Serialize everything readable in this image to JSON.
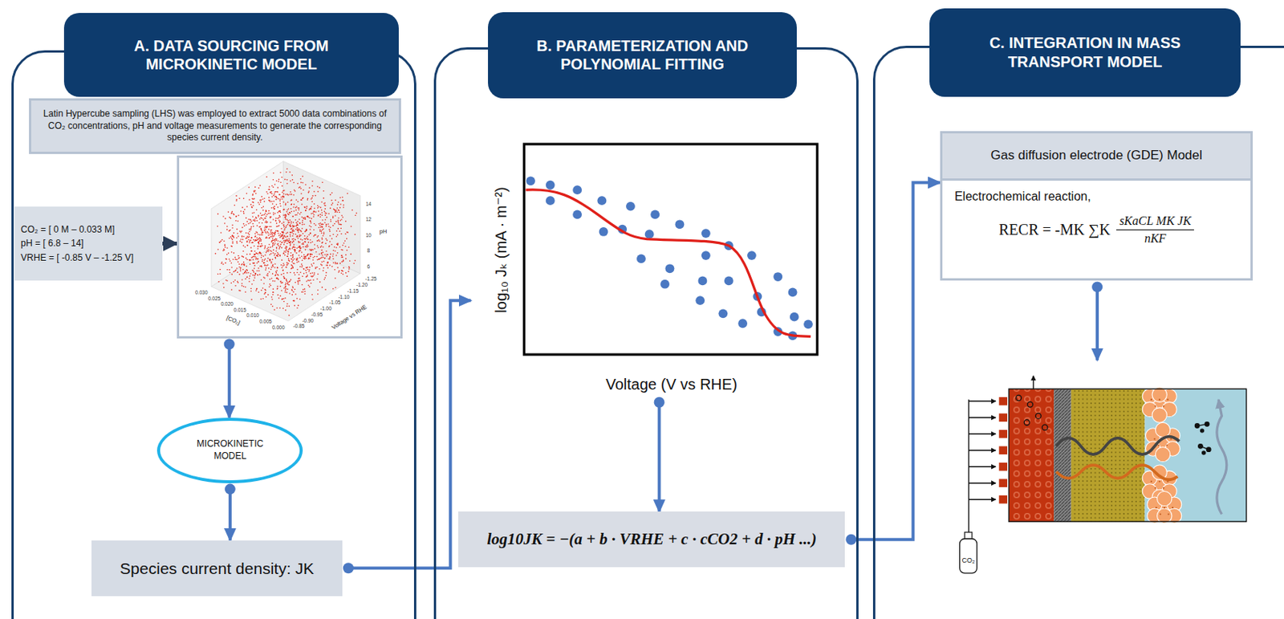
{
  "diagram": {
    "nodes": [
      {
        "text": [
          "A. DATA SOURCING FROM MICROKINETIC MODEL"
        ]
      },
      {
        "text": [
          "Latin Hypercube sampling (LHS) was employed to extract 5000 data combinations of CO₂ concentrations, pH and voltage measurements to generate the corresponding species current density."
        ],
        "in": 0
      },
      {
        "text": [
          "CO₂ = [ 0 M – 0.033 M]",
          "pH = [ 6.8 – 14]",
          "VRHE = [ -0.85 V – -1.25 V]"
        ],
        "in": 0
      },
      {
        "text": [
          "[CO₂]",
          "pH",
          "Voltage vs RHE"
        ],
        "in": 0
      },
      {
        "text": [
          "MICROKINETIC MODEL"
        ],
        "in": 0
      },
      {
        "text": [
          "Species current density: JK"
        ],
        "in": 0
      },
      {
        "text": [
          "B. PARAMETERIZATION AND POLYNOMIAL FITTING"
        ]
      },
      {
        "text": [
          "log₁₀ Jₖ (mA · m⁻²)",
          "Voltage (V vs RHE)"
        ],
        "in": 6
      },
      {
        "text": [
          "log10JK = −(a + b · VRHE + c · cCO2 + d · pH ...)"
        ],
        "in": 6
      },
      {
        "text": [
          "C. INTEGRATION IN MASS TRANSPORT MODEL"
        ]
      },
      {
        "text": [
          "Gas diffusion electrode (GDE) Model",
          "Electrochemical reaction,",
          "RECR = -MK ∑K",
          "sKaCL MK JK",
          "nKF"
        ],
        "in": 9
      },
      {
        "text": [
          "CO₂"
        ],
        "in": 9
      }
    ],
    "edges": [
      {
        "from": 2,
        "to": 3,
        "arrow": "to"
      },
      {
        "from": 3,
        "to": 4,
        "arrow": "to"
      },
      {
        "from": 4,
        "to": 5,
        "arrow": "to"
      },
      {
        "from": 5,
        "to": 7,
        "arrow": "to"
      },
      {
        "from": 7,
        "to": 8,
        "arrow": "to"
      },
      {
        "from": 8,
        "to": 10,
        "arrow": "to"
      },
      {
        "from": 10,
        "to": 11,
        "arrow": "to"
      }
    ],
    "labels": [
      "0.030",
      "0.025",
      "0.020",
      "0.015",
      "0.010",
      "0.005",
      "0.000",
      "-1.25",
      "-1.20",
      "-1.15",
      "-1.10",
      "-1.05",
      "-1.00",
      "-0.95",
      "-0.90",
      "-0.85",
      "14",
      "12",
      "10",
      "8",
      "6"
    ]
  }
}
